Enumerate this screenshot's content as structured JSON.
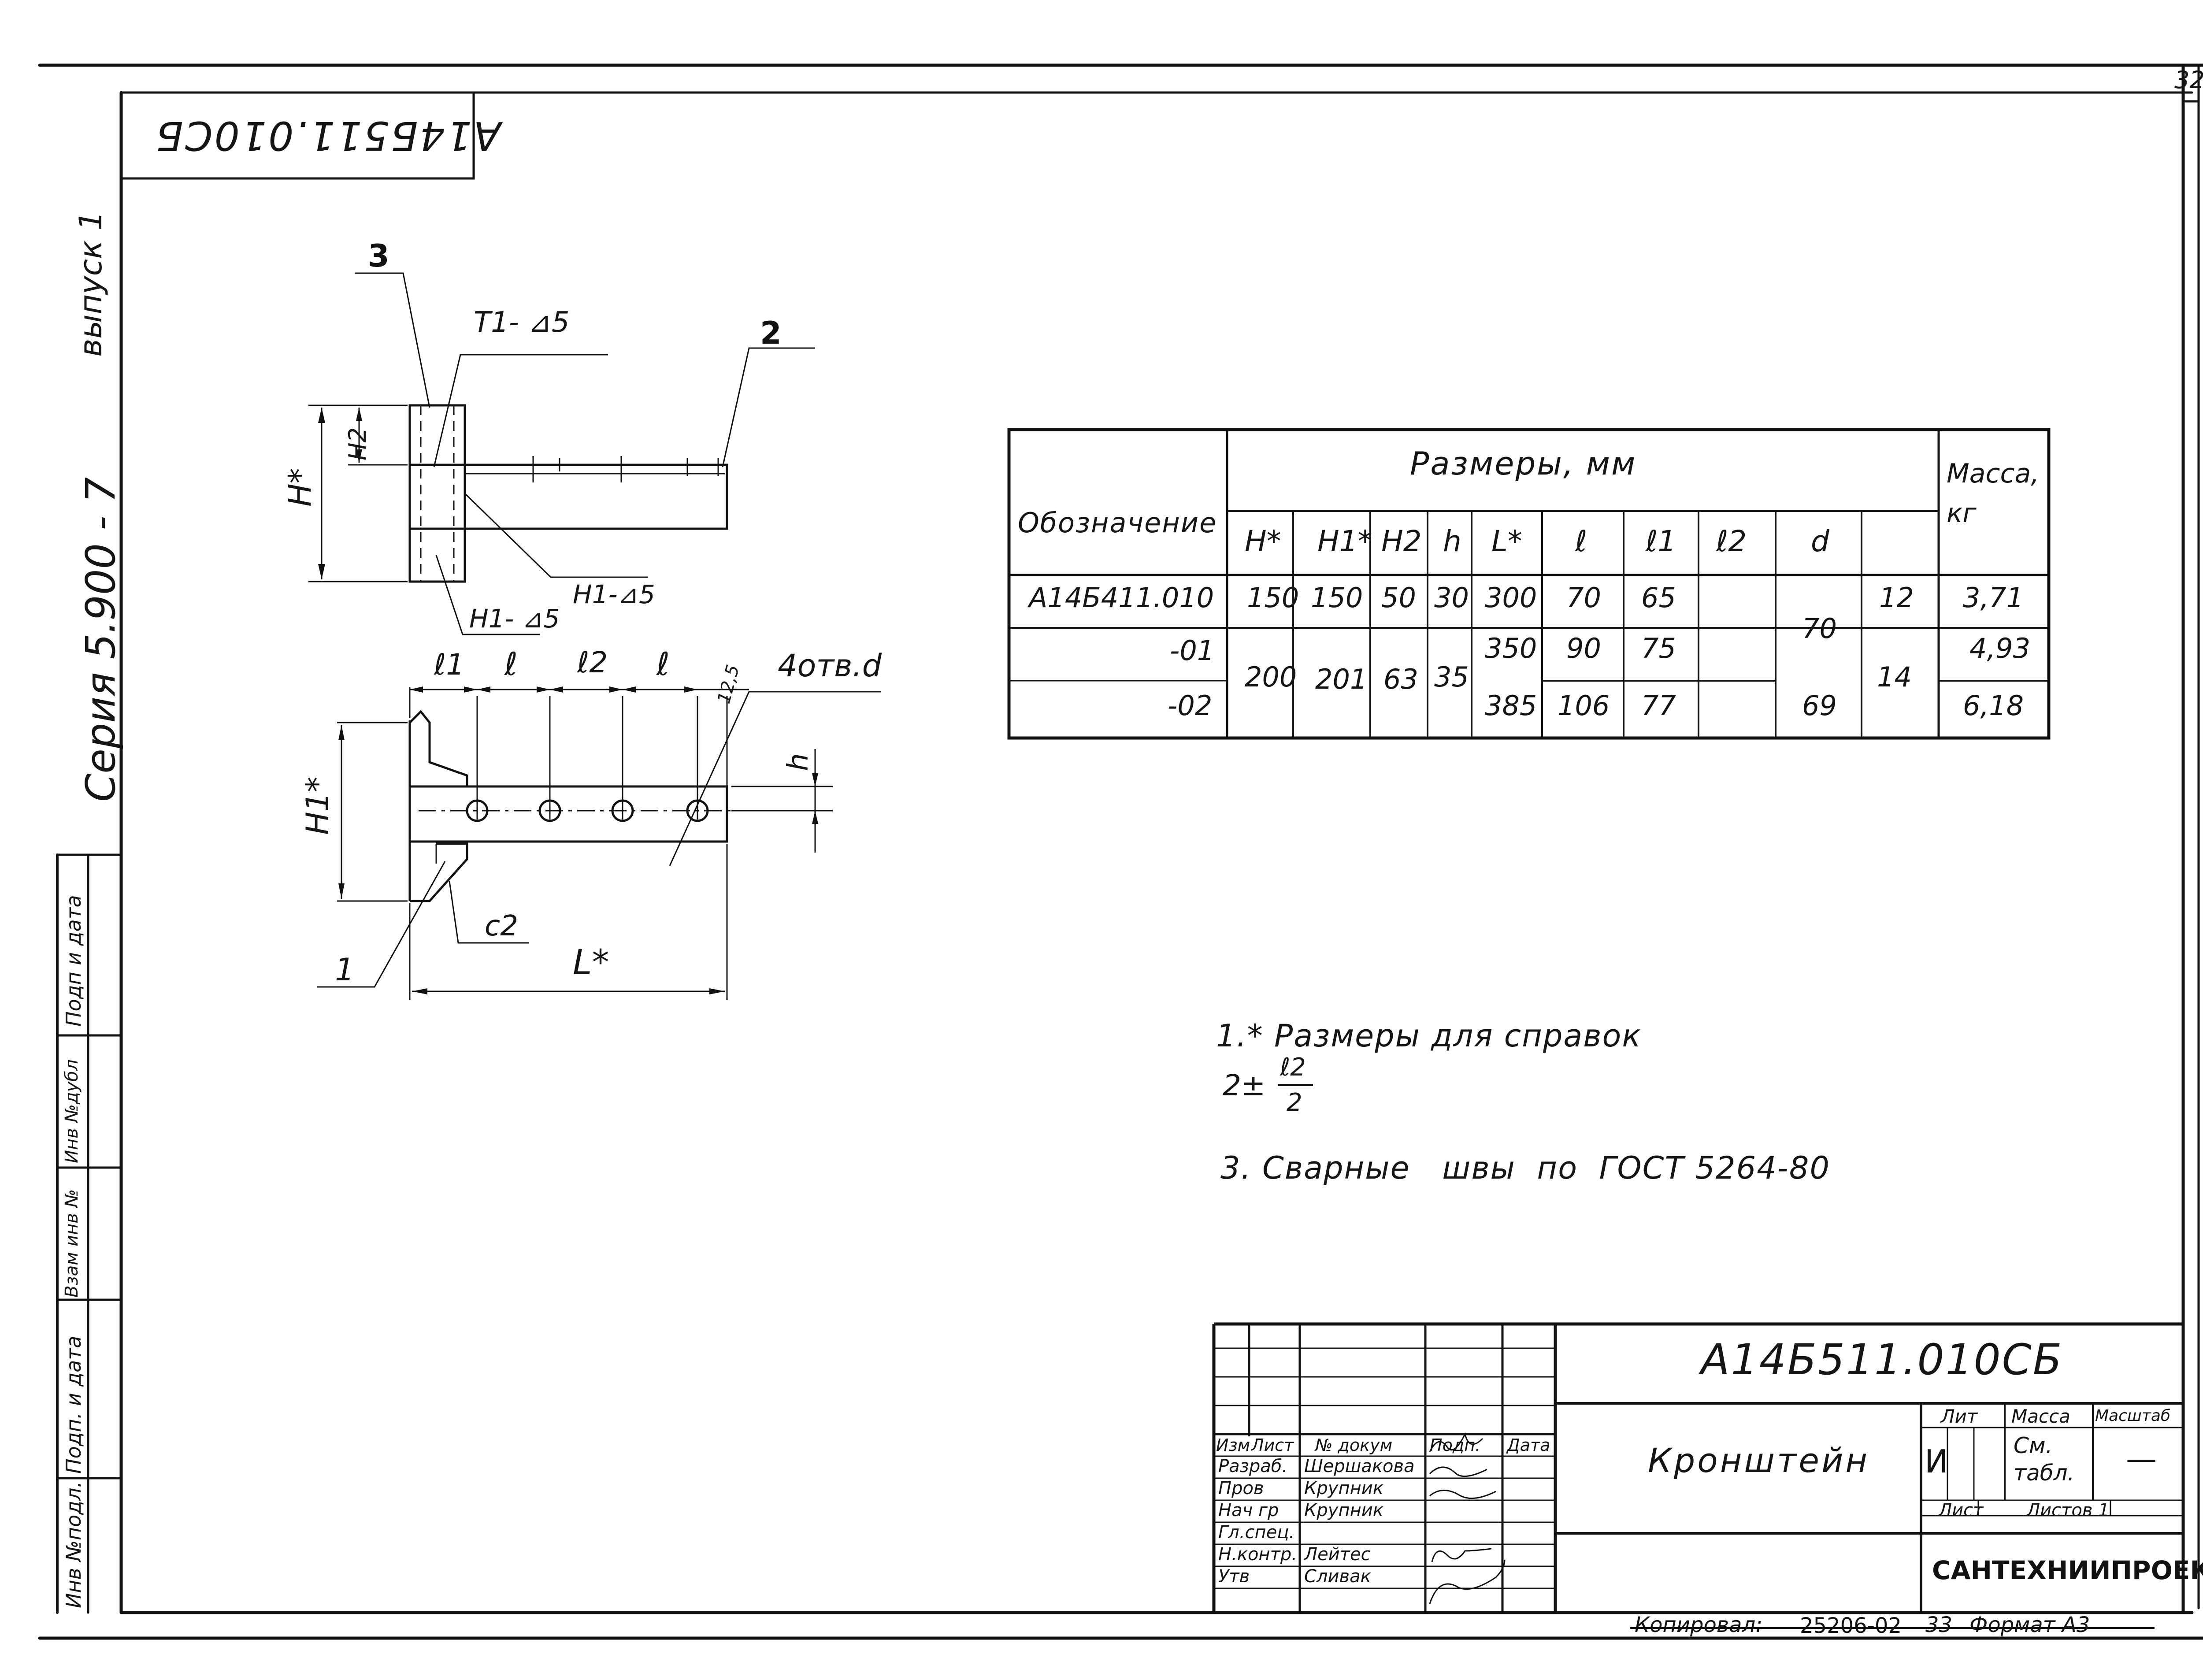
{
  "sheet_number": "32",
  "doc_code_rotated": "А14Б511.010СБ",
  "side": {
    "series": "Серия  5.900 - 7",
    "issue": "выпуск  1",
    "stamps": [
      "Подп и дата",
      "Инв №дубл",
      "Взам инв №",
      "Подп. и дата",
      "Инв №подл."
    ]
  },
  "top_view": {
    "callout_3": "3",
    "callout_2": "2",
    "weld_t1": "Т1- ⊿5",
    "weld_h1_a": "Н1-⊿5",
    "weld_h1_b": "Н1- ⊿5",
    "dim_H": "Н*",
    "dim_H2": "Н2"
  },
  "front_view": {
    "l1": "ℓ1",
    "l_a": "ℓ",
    "l2": "ℓ2",
    "l_b": "ℓ",
    "dim_125": "12,5",
    "holes": "4отв.d",
    "dim_h": "h",
    "dim_H1": "Н1*",
    "chamfer": "с2",
    "callout_1": "1",
    "dim_L": "L*"
  },
  "table": {
    "designation_header": "Обозначение",
    "sizes_header": "Размеры, мм",
    "mass_header": "Масса, кг",
    "columns": [
      "Н*",
      "Н1*",
      "Н2",
      "h",
      "L*",
      "ℓ",
      "ℓ1",
      "ℓ2",
      "d"
    ],
    "rows": [
      {
        "des": "А14Б411.010",
        "H": "150",
        "H1": "150",
        "H2": "50",
        "h": "30",
        "L": "300",
        "l": "70",
        "l1": "65",
        "d": "12",
        "mass": "3,71"
      },
      {
        "des": "-01",
        "L": "350",
        "l": "90",
        "l1": "75",
        "mass": "4,93"
      },
      {
        "des": "-02",
        "L": "385",
        "l": "106",
        "l1": "77",
        "l2": "69",
        "mass": "6,18"
      }
    ],
    "merged": {
      "H": "200",
      "H1": "201",
      "H2": "63",
      "h": "35",
      "l2": "70",
      "d": "14"
    }
  },
  "notes": {
    "n1": "1.* Размеры для справок",
    "n2_prefix": "2±",
    "n2_num": "ℓ2",
    "n2_den": "2",
    "n3": "3. Сварные   швы  по  ГОСТ 5264-80"
  },
  "title_block": {
    "doc_code": "А14Б511.010СБ",
    "name": "Кронштейн",
    "headers": [
      "Изм",
      "Лист",
      "№ докум",
      "Подп.",
      "Дата"
    ],
    "roles": [
      {
        "role": "Разраб.",
        "name": "Шершакова"
      },
      {
        "role": "Пров",
        "name": "Крупник"
      },
      {
        "role": "Нач гр",
        "name": "Крупник"
      },
      {
        "role": "Гл.спец.",
        "name": ""
      },
      {
        "role": "Н.контр.",
        "name": "Лейтес"
      },
      {
        "role": "Утв",
        "name": "Сливак"
      }
    ],
    "lit_label": "Лит",
    "mass_label": "Масса",
    "scale_label": "Масштаб",
    "lit_value": "И",
    "mass_value": "См. табл.",
    "scale_value": "—",
    "sheet_label": "Лист",
    "sheets_label": "Листов 1",
    "org": "САНТЕХНИИПРОЕКТ"
  },
  "footer": {
    "copied": "Копировал:",
    "number": "25206-02",
    "n33": "33",
    "format": "Формат А3"
  }
}
